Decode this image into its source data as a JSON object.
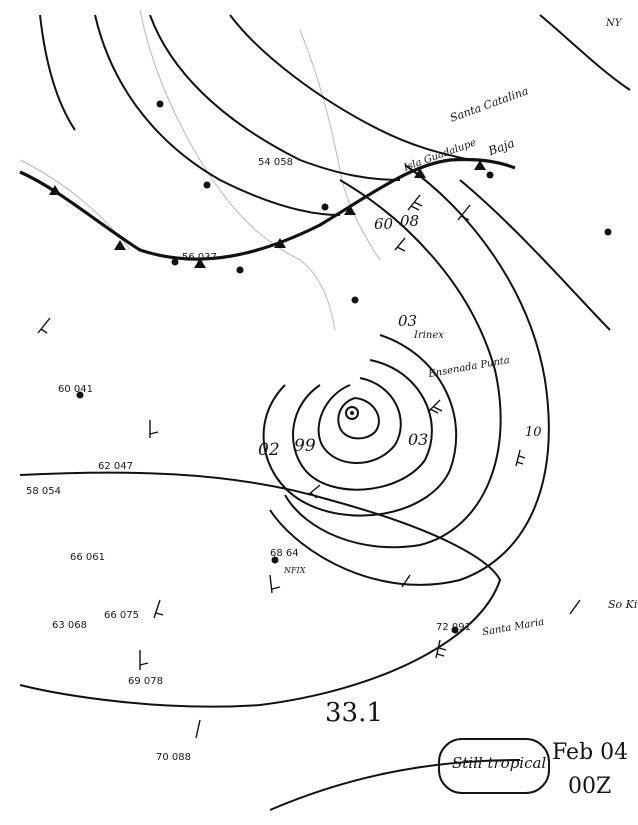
{
  "map": {
    "isobar_labels": [
      "99",
      "02",
      "03",
      "03",
      "08",
      "60",
      "10"
    ],
    "front_labels": [
      "Baja"
    ],
    "place_labels": [
      "Santa Catalina",
      "Isla Guadalupe",
      "Irinex",
      "Ensenada Punta",
      "Santa Maria",
      "NFIX",
      "NY",
      "So Ki"
    ],
    "stations": [
      {
        "t": "56",
        "p": "037"
      },
      {
        "t": "58",
        "p": "054"
      },
      {
        "t": "60",
        "p": "041"
      },
      {
        "t": "62",
        "p": "047"
      },
      {
        "t": "66",
        "p": "061"
      },
      {
        "t": "63",
        "p": "068"
      },
      {
        "t": "66",
        "p": "075"
      },
      {
        "t": "69",
        "p": "078"
      },
      {
        "t": "70",
        "p": "088"
      },
      {
        "t": "72",
        "p": "091"
      },
      {
        "t": "68",
        "p": "64"
      },
      {
        "t": "54",
        "p": "058"
      }
    ],
    "chart_number": "33.1",
    "note": "Still tropical",
    "date": "Feb 04",
    "time": "00Z"
  }
}
